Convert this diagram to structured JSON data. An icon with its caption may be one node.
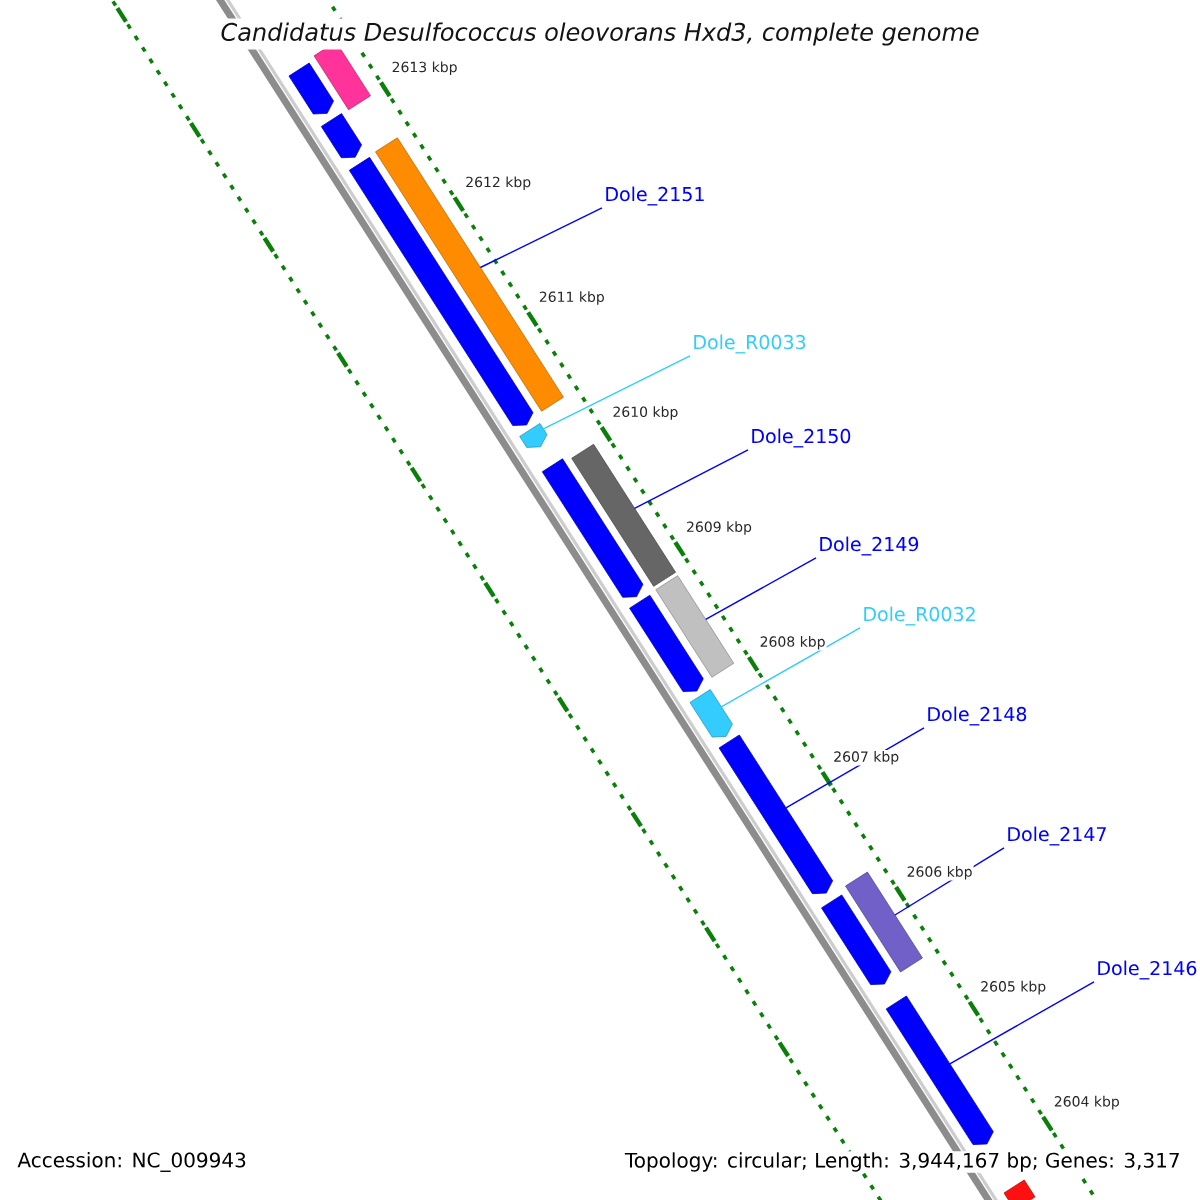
{
  "diagram": {
    "title": "Candidatus Desulfococcus oleovorans Hxd3, complete genome",
    "nodes": [
      {
        "text": [],
        "shape": "bar"
      },
      {
        "text": [],
        "shape": "arrow"
      },
      {
        "text": [],
        "shape": "arrow"
      },
      {
        "text": [],
        "shape": "bar"
      },
      {
        "text": [],
        "shape": "arrow"
      },
      {
        "text": [],
        "shape": "arrow"
      },
      {
        "text": [],
        "shape": "bar"
      },
      {
        "text": [],
        "shape": "arrow"
      },
      {
        "text": [],
        "shape": "bar"
      },
      {
        "text": [],
        "shape": "arrow"
      },
      {
        "text": [],
        "shape": "arrow"
      },
      {
        "text": [],
        "shape": "arrow"
      },
      {
        "text": [],
        "shape": "bar"
      },
      {
        "text": [],
        "shape": "arrow"
      },
      {
        "text": [],
        "shape": "arrow"
      },
      {
        "text": [],
        "shape": "bar"
      },
      {
        "text": [
          "Dole_2151"
        ]
      },
      {
        "text": [
          "Dole_R0033"
        ]
      },
      {
        "text": [
          "Dole_2150"
        ]
      },
      {
        "text": [
          "Dole_2149"
        ]
      },
      {
        "text": [
          "Dole_R0032"
        ]
      },
      {
        "text": [
          "Dole_2148"
        ]
      },
      {
        "text": [
          "Dole_2147"
        ]
      },
      {
        "text": [
          "Dole_2146"
        ]
      }
    ],
    "edges": [
      {
        "from": 16,
        "to": 3,
        "arrow": "none"
      },
      {
        "from": 17,
        "to": 5,
        "arrow": "none",
        "color": "#33ccff"
      },
      {
        "from": 18,
        "to": 6,
        "arrow": "none"
      },
      {
        "from": 19,
        "to": 8,
        "arrow": "none"
      },
      {
        "from": 20,
        "to": 10,
        "arrow": "none",
        "color": "#33ccff"
      },
      {
        "from": 21,
        "to": 11,
        "arrow": "none"
      },
      {
        "from": 22,
        "to": 12,
        "arrow": "none"
      },
      {
        "from": 23,
        "to": 14,
        "arrow": "none"
      }
    ],
    "labels": [
      "2613 kbp",
      "2612 kbp",
      "2611 kbp",
      "2610 kbp",
      "2609 kbp",
      "2608 kbp",
      "2607 kbp",
      "2606 kbp",
      "2605 kbp",
      "2604 kbp",
      "Accession: NC_009943",
      "Topology: circular; Length: 3,944,167 bp; Genes: 3,317"
    ]
  }
}
